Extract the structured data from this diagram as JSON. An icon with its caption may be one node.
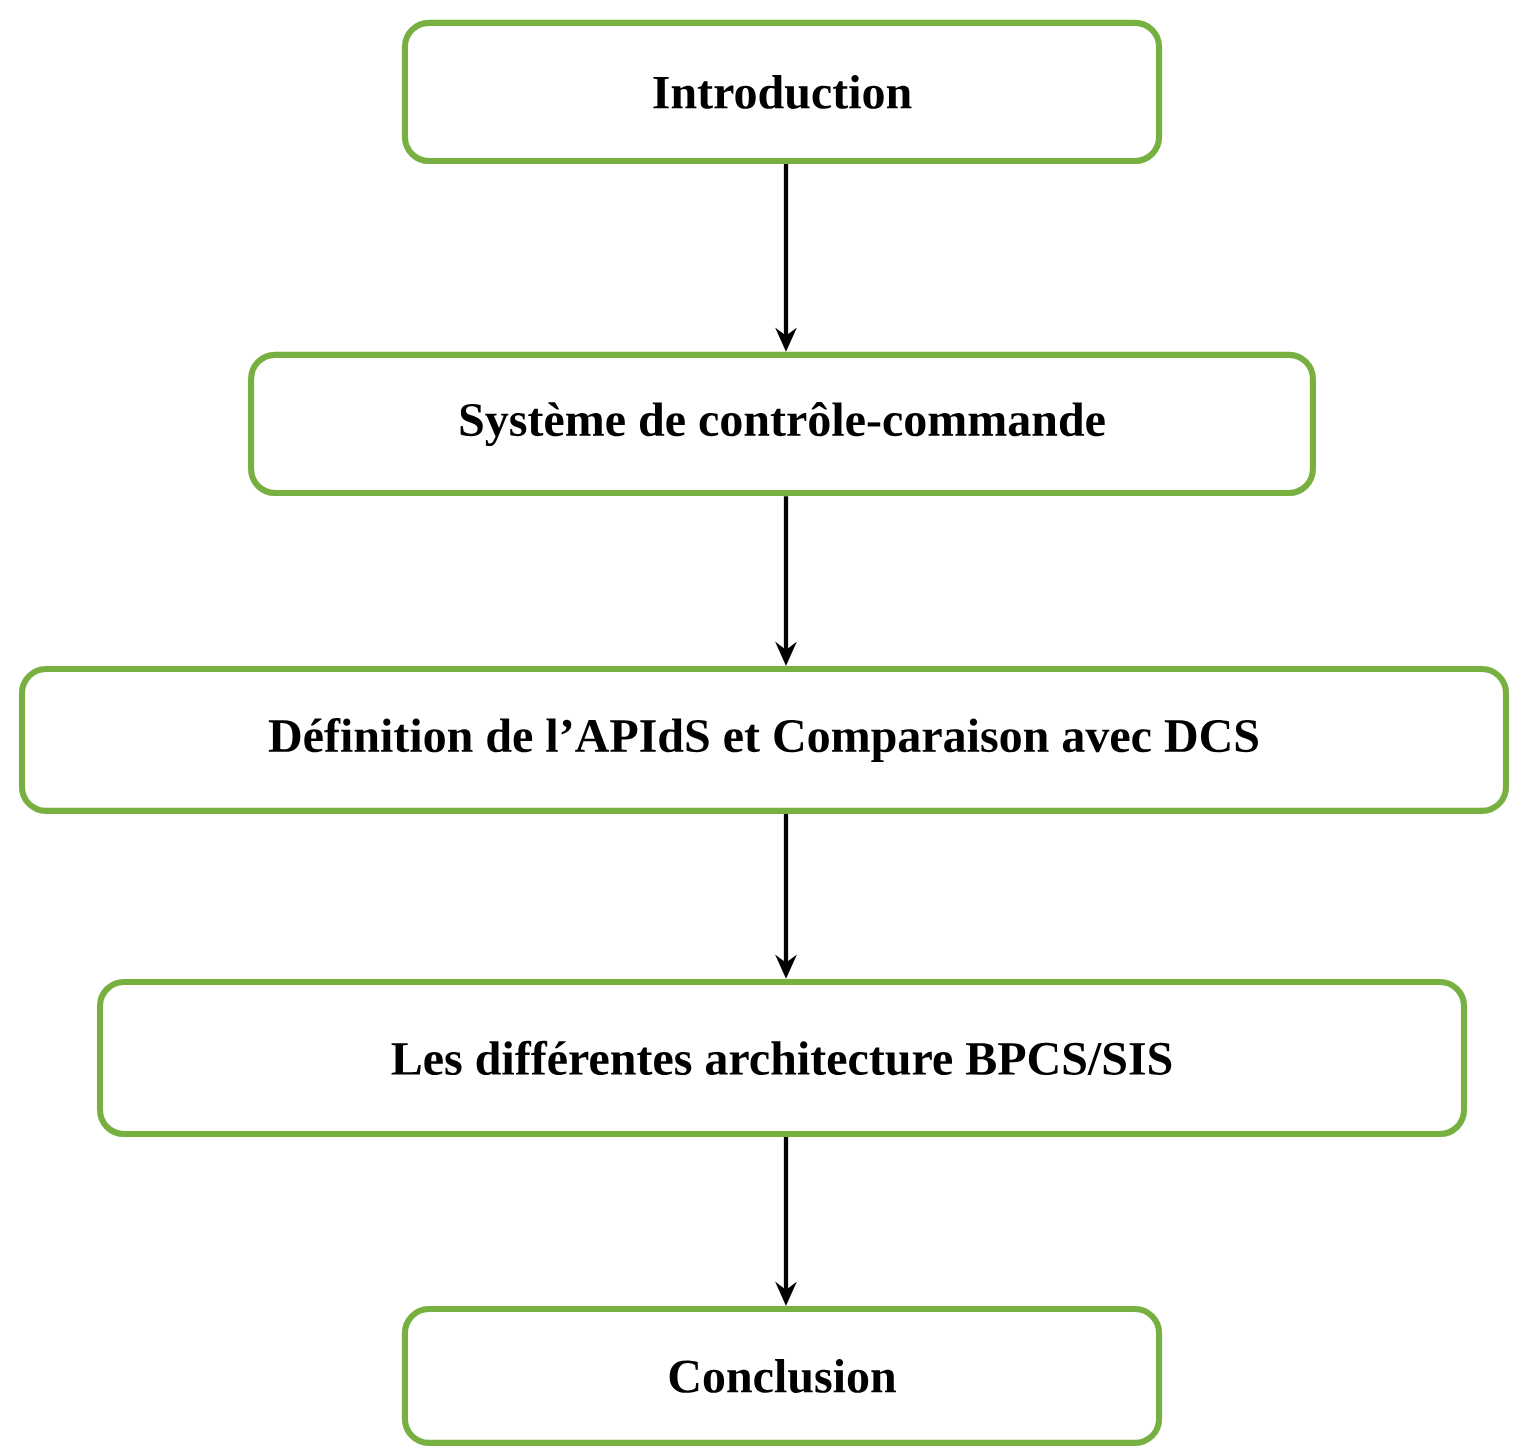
{
  "diagram": {
    "nodes": [
      {
        "text": [
          "Introduction"
        ]
      },
      {
        "text": [
          "Système de contrôle-commande"
        ]
      },
      {
        "text": [
          "Définition de l’APIdS et Comparaison avec DCS"
        ]
      },
      {
        "text": [
          "Les différentes architecture BPCS/SIS"
        ]
      },
      {
        "text": [
          "Conclusion"
        ]
      }
    ],
    "edges": [
      {
        "from": 0,
        "to": 1,
        "arrow": "to"
      },
      {
        "from": 1,
        "to": 2,
        "arrow": "to"
      },
      {
        "from": 2,
        "to": 3,
        "arrow": "to"
      },
      {
        "from": 3,
        "to": 4,
        "arrow": "to"
      }
    ]
  }
}
